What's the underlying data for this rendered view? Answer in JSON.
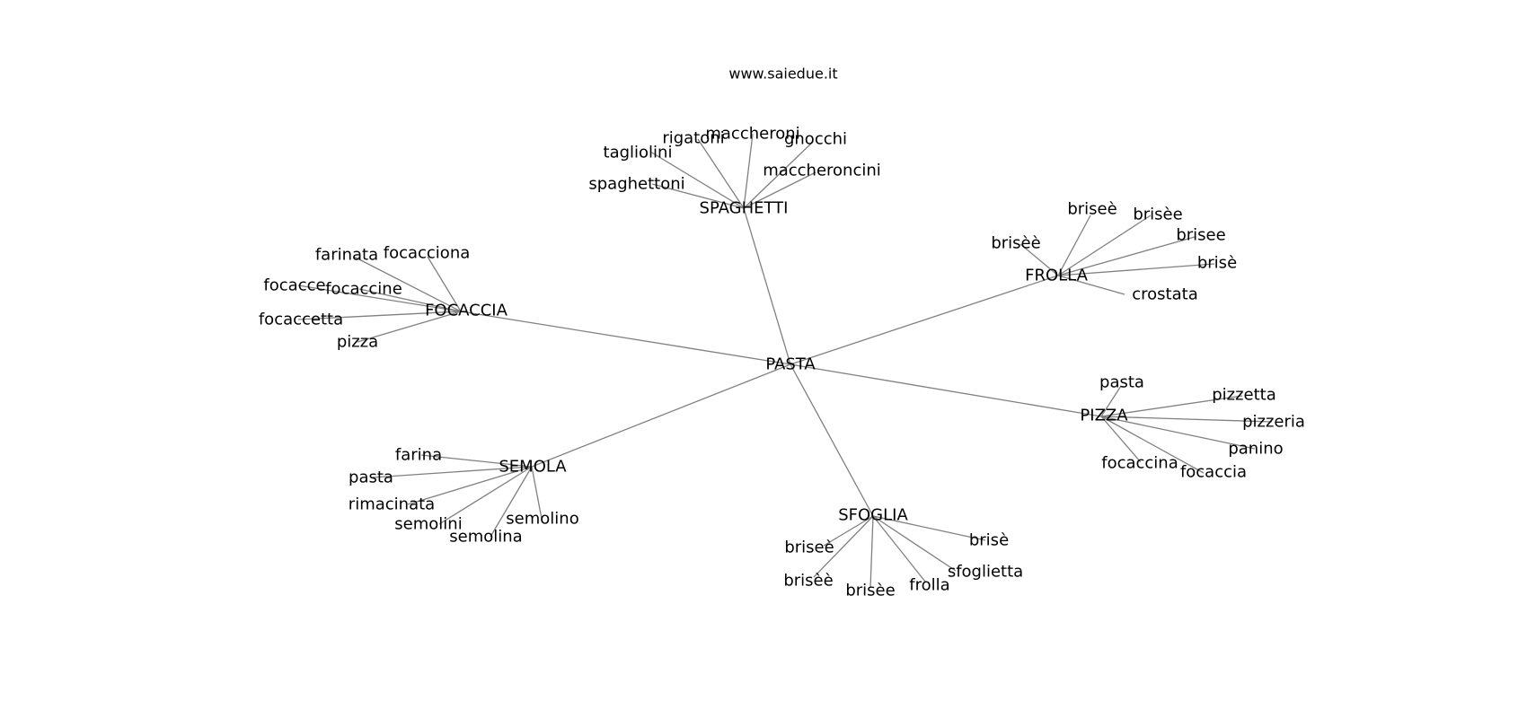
{
  "title": "www.saiedue.it",
  "root": "PASTA",
  "groups": [
    {
      "id": "spaghetti",
      "label": "SPAGHETTI",
      "children": [
        "spaghettoni",
        "tagliolini",
        "rigatoni",
        "maccheroni",
        "gnocchi",
        "maccheroncini"
      ]
    },
    {
      "id": "frolla",
      "label": "FROLLA",
      "children": [
        "brisèè",
        "briseè",
        "brisèe",
        "brisee",
        "brisè",
        "crostata"
      ]
    },
    {
      "id": "focaccia",
      "label": "FOCACCIA",
      "children": [
        "farinata",
        "focacciona",
        "focacce",
        "focaccine",
        "focaccetta",
        "pizza"
      ]
    },
    {
      "id": "pizza",
      "label": "PIZZA",
      "children": [
        "pasta",
        "pizzetta",
        "pizzeria",
        "panino",
        "focaccina",
        "focaccia"
      ]
    },
    {
      "id": "semola",
      "label": "SEMOLA",
      "children": [
        "farina",
        "pasta",
        "rimacinata",
        "semolini",
        "semolina",
        "semolino"
      ]
    },
    {
      "id": "sfoglia",
      "label": "SFOGLIA",
      "children": [
        "briseè",
        "brisèè",
        "brisèe",
        "frolla",
        "sfoglietta",
        "brisè"
      ]
    }
  ]
}
